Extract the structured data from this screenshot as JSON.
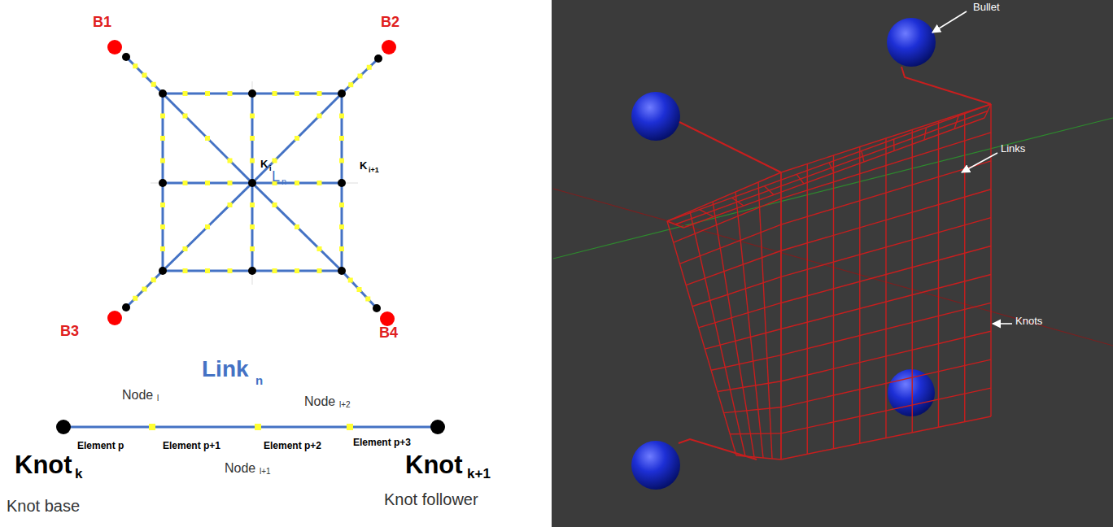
{
  "diagram": {
    "labels": [
      "B1",
      "B2",
      "B3",
      "B4",
      "K",
      "i",
      "L",
      "n",
      "K",
      "i+1",
      "Link",
      "n",
      "Node",
      "l",
      "Node",
      "l+2",
      "Node",
      "l+1",
      "Element p",
      "Element p+1",
      "Element p+2",
      "Element p+3",
      "Knot",
      "k",
      "Knot",
      "k+1",
      "Knot base",
      "Knot follower",
      "Bullet",
      "Links",
      "Knots"
    ]
  }
}
